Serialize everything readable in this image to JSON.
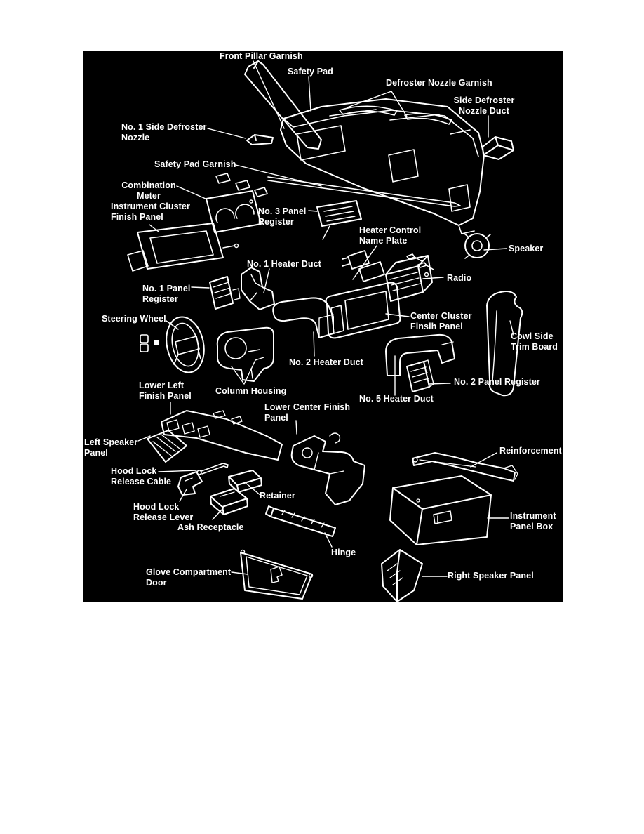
{
  "diagram": {
    "colors": {
      "canvas_background": "#000000",
      "ink": "#ffffff",
      "page_background": "#ffffff"
    },
    "labels": [
      {
        "name": "front-pillar-garnish",
        "text": "Front Pillar Garnish"
      },
      {
        "name": "safety-pad",
        "text": "Safety Pad"
      },
      {
        "name": "defroster-nozzle-garnish",
        "text": "Defroster Nozzle Garnish"
      },
      {
        "name": "side-defroster-nozzle-duct",
        "text": "Side Defroster\nNozzle Duct"
      },
      {
        "name": "no1-side-defroster-nozzle",
        "text": "No. 1 Side Defroster\nNozzle"
      },
      {
        "name": "safety-pad-garnish",
        "text": "Safety Pad Garnish"
      },
      {
        "name": "combination-meter",
        "text": "Combination\nMeter"
      },
      {
        "name": "instrument-cluster-finish-panel",
        "text": "Instrument Cluster\nFinish Panel"
      },
      {
        "name": "no3-panel-register",
        "text": "No. 3 Panel\nRegister"
      },
      {
        "name": "heater-control-name-plate",
        "text": "Heater Control\nName Plate"
      },
      {
        "name": "speaker",
        "text": "Speaker"
      },
      {
        "name": "radio",
        "text": "Radio"
      },
      {
        "name": "center-cluster-finish-panel",
        "text": "Center Cluster\nFinsih Panel"
      },
      {
        "name": "cowl-side-trim-board",
        "text": "Cowl Side\nTrim Board"
      },
      {
        "name": "no1-heater-duct",
        "text": "No. 1 Heater Duct"
      },
      {
        "name": "no1-panel-register",
        "text": "No. 1 Panel\nRegister"
      },
      {
        "name": "steering-wheel",
        "text": "Steering Wheel"
      },
      {
        "name": "no2-heater-duct",
        "text": "No. 2 Heater Duct"
      },
      {
        "name": "column-housing",
        "text": "Column Housing"
      },
      {
        "name": "lower-left-finish-panel",
        "text": "Lower Left\nFinish Panel"
      },
      {
        "name": "no2-panel-register",
        "text": "No. 2 Panel Register"
      },
      {
        "name": "no5-heater-duct",
        "text": "No. 5 Heater Duct"
      },
      {
        "name": "lower-center-finish-panel",
        "text": "Lower Center Finish\nPanel"
      },
      {
        "name": "left-speaker-panel",
        "text": "Left Speaker\nPanel"
      },
      {
        "name": "hood-lock-release-cable",
        "text": "Hood Lock\nRelease Cable"
      },
      {
        "name": "retainer",
        "text": "Retainer"
      },
      {
        "name": "hood-lock-release-lever",
        "text": "Hood Lock\nRelease Lever"
      },
      {
        "name": "ash-receptacle",
        "text": "Ash Receptacle"
      },
      {
        "name": "hinge",
        "text": "Hinge"
      },
      {
        "name": "glove-compartment-door",
        "text": "Glove Compartment\nDoor"
      },
      {
        "name": "reinforcement",
        "text": "Reinforcement"
      },
      {
        "name": "instrument-panel-box",
        "text": "Instrument\nPanel Box"
      },
      {
        "name": "right-speaker-panel",
        "text": "Right Speaker Panel"
      }
    ]
  }
}
